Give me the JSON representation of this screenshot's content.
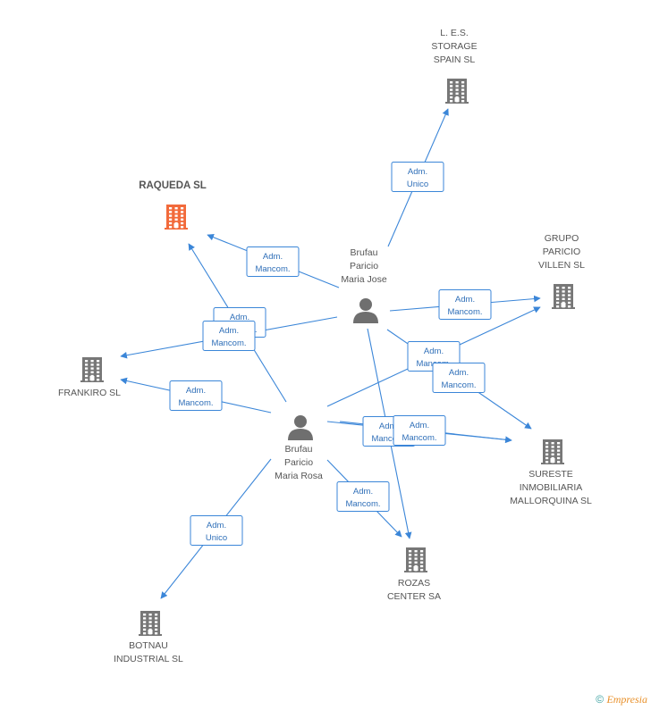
{
  "colors": {
    "edge": "#3b86d8",
    "company": "#777777",
    "focus_company": "#f26a3b",
    "person": "#6f6f6f"
  },
  "nodes": [
    {
      "id": "raqueda",
      "type": "company",
      "focus": true,
      "lines": [
        "RAQUEDA SL"
      ]
    },
    {
      "id": "les",
      "type": "company",
      "lines": [
        "L. E.S.",
        "STORAGE",
        "SPAIN  SL"
      ]
    },
    {
      "id": "grupo",
      "type": "company",
      "lines": [
        "GRUPO",
        "PARICIO",
        "VILLEN SL"
      ]
    },
    {
      "id": "frankiro",
      "type": "company",
      "lines": [
        "FRANKIRO SL"
      ]
    },
    {
      "id": "sureste",
      "type": "company",
      "lines": [
        "SURESTE",
        "INMOBILIARIA",
        "MALLORQUINA SL"
      ]
    },
    {
      "id": "rozas",
      "type": "company",
      "lines": [
        "ROZAS",
        "CENTER SA"
      ]
    },
    {
      "id": "botnau",
      "type": "company",
      "lines": [
        "BOTNAU",
        "INDUSTRIAL SL"
      ]
    },
    {
      "id": "jose",
      "type": "person",
      "lines": [
        "Brufau",
        "Paricio",
        "Maria Jose"
      ]
    },
    {
      "id": "rosa",
      "type": "person",
      "lines": [
        "Brufau",
        "Paricio",
        "Maria Rosa"
      ]
    }
  ],
  "edges": [
    {
      "from": "jose",
      "to": "les",
      "role": [
        "Adm.",
        "Unico"
      ]
    },
    {
      "from": "jose",
      "to": "raqueda",
      "role": [
        "Adm.",
        "Mancom."
      ]
    },
    {
      "from": "jose",
      "to": "grupo",
      "role": [
        "Adm.",
        "Mancom."
      ]
    },
    {
      "from": "jose",
      "to": "frankiro",
      "role": [
        "Adm.",
        "Mancom."
      ]
    },
    {
      "from": "jose",
      "to": "sureste",
      "role": [
        "Adm.",
        "Mancom."
      ]
    },
    {
      "from": "jose",
      "to": "rozas",
      "role": []
    },
    {
      "from": "rosa",
      "to": "raqueda",
      "role": [
        "Adm.",
        "Mancom."
      ]
    },
    {
      "from": "rosa",
      "to": "frankiro",
      "role": [
        "Adm.",
        "Mancom."
      ]
    },
    {
      "from": "rosa",
      "to": "grupo",
      "role": [
        "Adm.",
        "Mancom."
      ]
    },
    {
      "from": "rosa",
      "to": "sureste",
      "role": [
        "Adm.",
        "Mancom."
      ]
    },
    {
      "from": "rosa",
      "to": "sureste",
      "role": [
        "Adm.",
        "Mancom."
      ]
    },
    {
      "from": "rosa",
      "to": "rozas",
      "role": [
        "Adm.",
        "Mancom."
      ]
    },
    {
      "from": "rosa",
      "to": "botnau",
      "role": [
        "Adm.",
        "Unico"
      ]
    }
  ],
  "footer": {
    "copyright": "©",
    "brand": "Empresia"
  }
}
